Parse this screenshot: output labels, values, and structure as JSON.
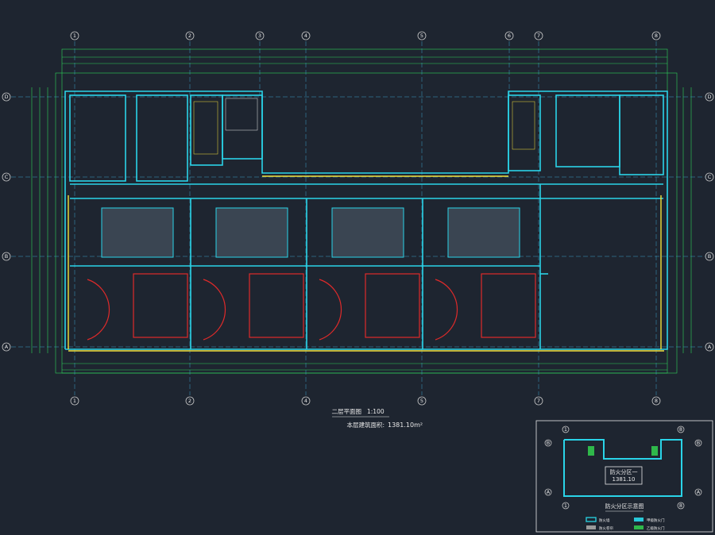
{
  "drawing": {
    "title": "二层平面图",
    "scale": "1:100",
    "area_label": "本层建筑面积:",
    "area_value": "1381.10m²"
  },
  "axes": {
    "columns": [
      "1",
      "2",
      "3",
      "4",
      "5",
      "6",
      "7",
      "8"
    ],
    "rows": [
      "D",
      "C",
      "B",
      "A"
    ]
  },
  "inset": {
    "title": "防火分区示意图",
    "zone_label": "防火分区一",
    "zone_area": "1381.10",
    "columns": [
      "1",
      "8"
    ],
    "rows": [
      "B",
      "A"
    ],
    "legend": [
      {
        "text": "防火墙",
        "color": "#28c8d8"
      },
      {
        "text": "防火卷帘",
        "color": "#9a9a9a"
      },
      {
        "text": "甲级防火门",
        "color": "#28c8d8"
      },
      {
        "text": "乙级防火门",
        "color": "#2fb84a"
      }
    ]
  },
  "colors": {
    "background": "#1e2530",
    "wall": "#2ad4e8",
    "dimension": "#2fd45a",
    "corridor_line": "#f5e23a",
    "furniture": "#e02a2a",
    "text": "#e8e8e8"
  }
}
